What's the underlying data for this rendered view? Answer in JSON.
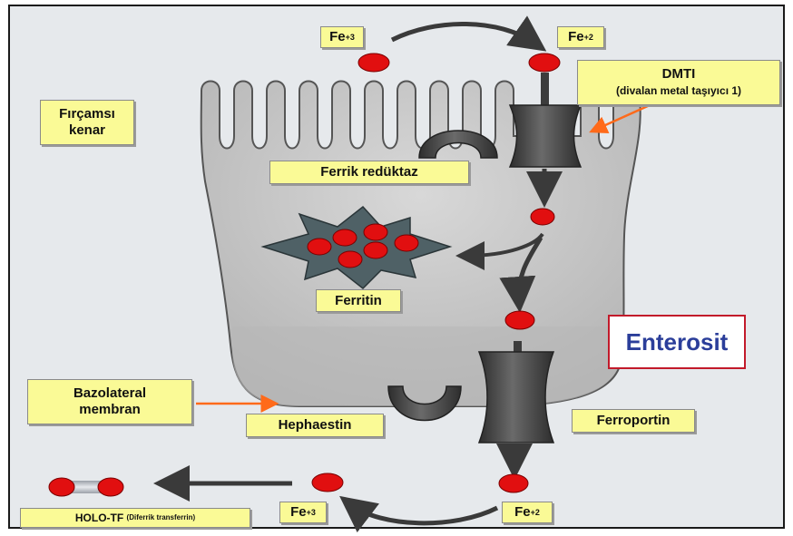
{
  "labels": {
    "fe3_top": {
      "text": "Fe",
      "sup": "+3"
    },
    "fe2_top": {
      "text": "Fe",
      "sup": "+2"
    },
    "dmti_title": "DMTI",
    "dmti_sub": "(divalan metal taşıyıcı 1)",
    "fircamsi_line1": "Fırçamsı",
    "fircamsi_line2": "kenar",
    "ferrik_reduktaz": "Ferrik redüktaz",
    "ferritin": "Ferritin",
    "enterosit": "Enterosit",
    "bazolateral_line1": "Bazolateral",
    "bazolateral_line2": "membran",
    "hephaestin": "Hephaestin",
    "ferroportin": "Ferroportin",
    "holo_tf_main": "HOLO-TF",
    "holo_tf_sub": "(Diferrik transferrin)",
    "fe3_bottom": {
      "text": "Fe",
      "sup": "+3"
    },
    "fe2_bottom": {
      "text": "Fe",
      "sup": "+2"
    }
  },
  "colors": {
    "iron": "#e10f10",
    "label_bg": "#fafa96",
    "cell_fill": "#c4c4c4",
    "protein": "#4a4a4a",
    "arrow": "#3a3a3a",
    "pointer": "#ff6a1a",
    "enterosit_text": "#2b3e9a",
    "enterosit_border": "#c21a2a"
  }
}
